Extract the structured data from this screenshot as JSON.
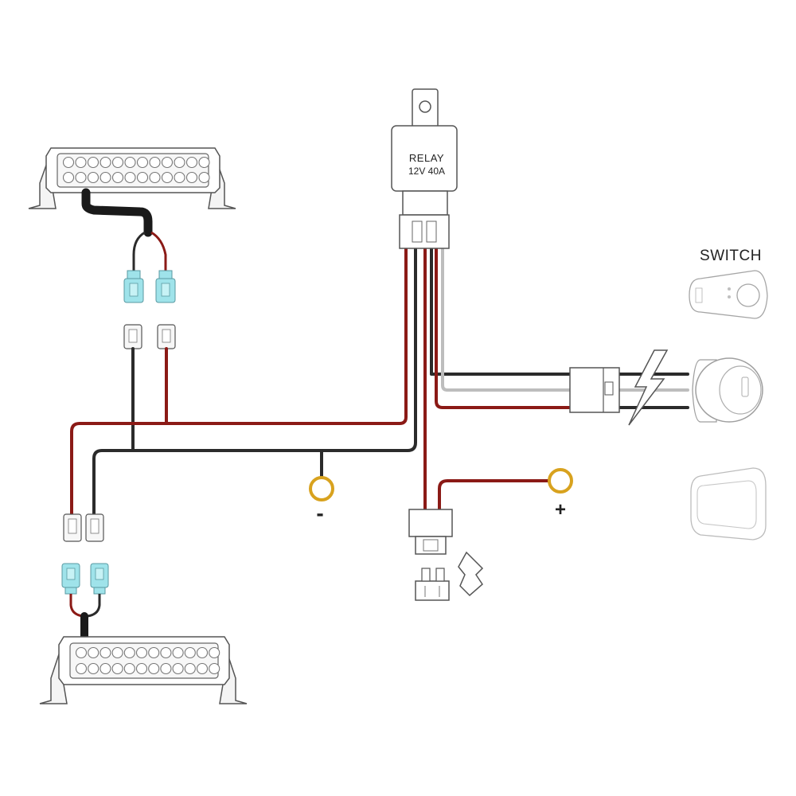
{
  "relay": {
    "line1": "RELAY",
    "line2": "12V 40A"
  },
  "switch": {
    "title": "SWITCH"
  },
  "terminals": {
    "negative": "-",
    "positive": "+"
  },
  "colors": {
    "wire_red": "#8b1a16",
    "wire_black": "#2b2b2b",
    "connector_blue": "#9fe3ea",
    "ring_gold": "#d8a21e",
    "outline": "#555555"
  }
}
